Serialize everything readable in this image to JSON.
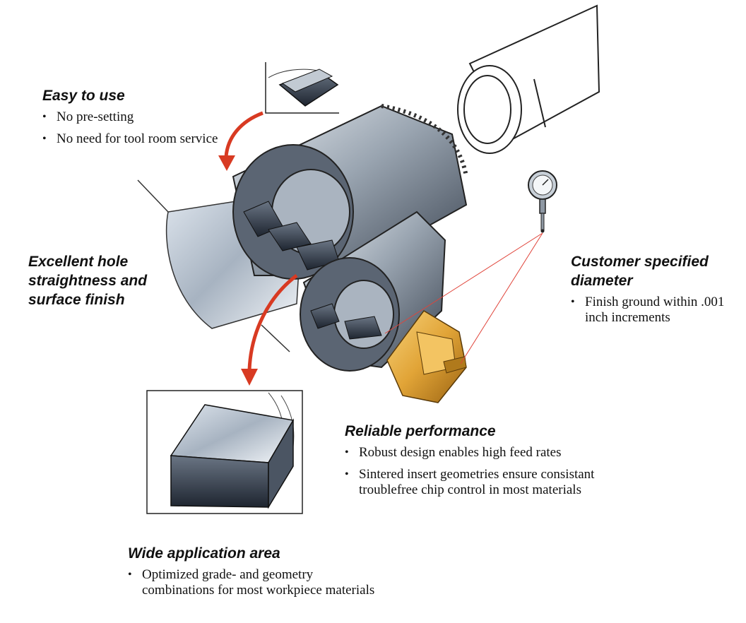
{
  "features": {
    "easy_to_use": {
      "title": "Easy to use",
      "bullets": [
        "No pre-setting",
        "No need for tool room service"
      ]
    },
    "hole_straightness": {
      "title": "Excellent hole straightness and surface finish"
    },
    "customer_diameter": {
      "title": "Customer specified diameter",
      "bullets": [
        "Finish ground within .001 inch increments"
      ]
    },
    "reliable_performance": {
      "title": "Reliable performance",
      "bullets": [
        "Robust design enables high feed rates",
        "Sintered insert geometries ensure consistant troublefree chip control in most materials"
      ]
    },
    "wide_application": {
      "title": "Wide application area",
      "bullets": [
        "Optimized grade- and geometry combinations for most workpiece materials"
      ]
    }
  },
  "colors": {
    "arrow": "#d83a22",
    "steel_dark": "#3a4350",
    "steel_mid": "#7d8896",
    "steel_light": "#c9d1da",
    "gold_insert": "#e1a437",
    "laser_line": "#e0443a"
  }
}
